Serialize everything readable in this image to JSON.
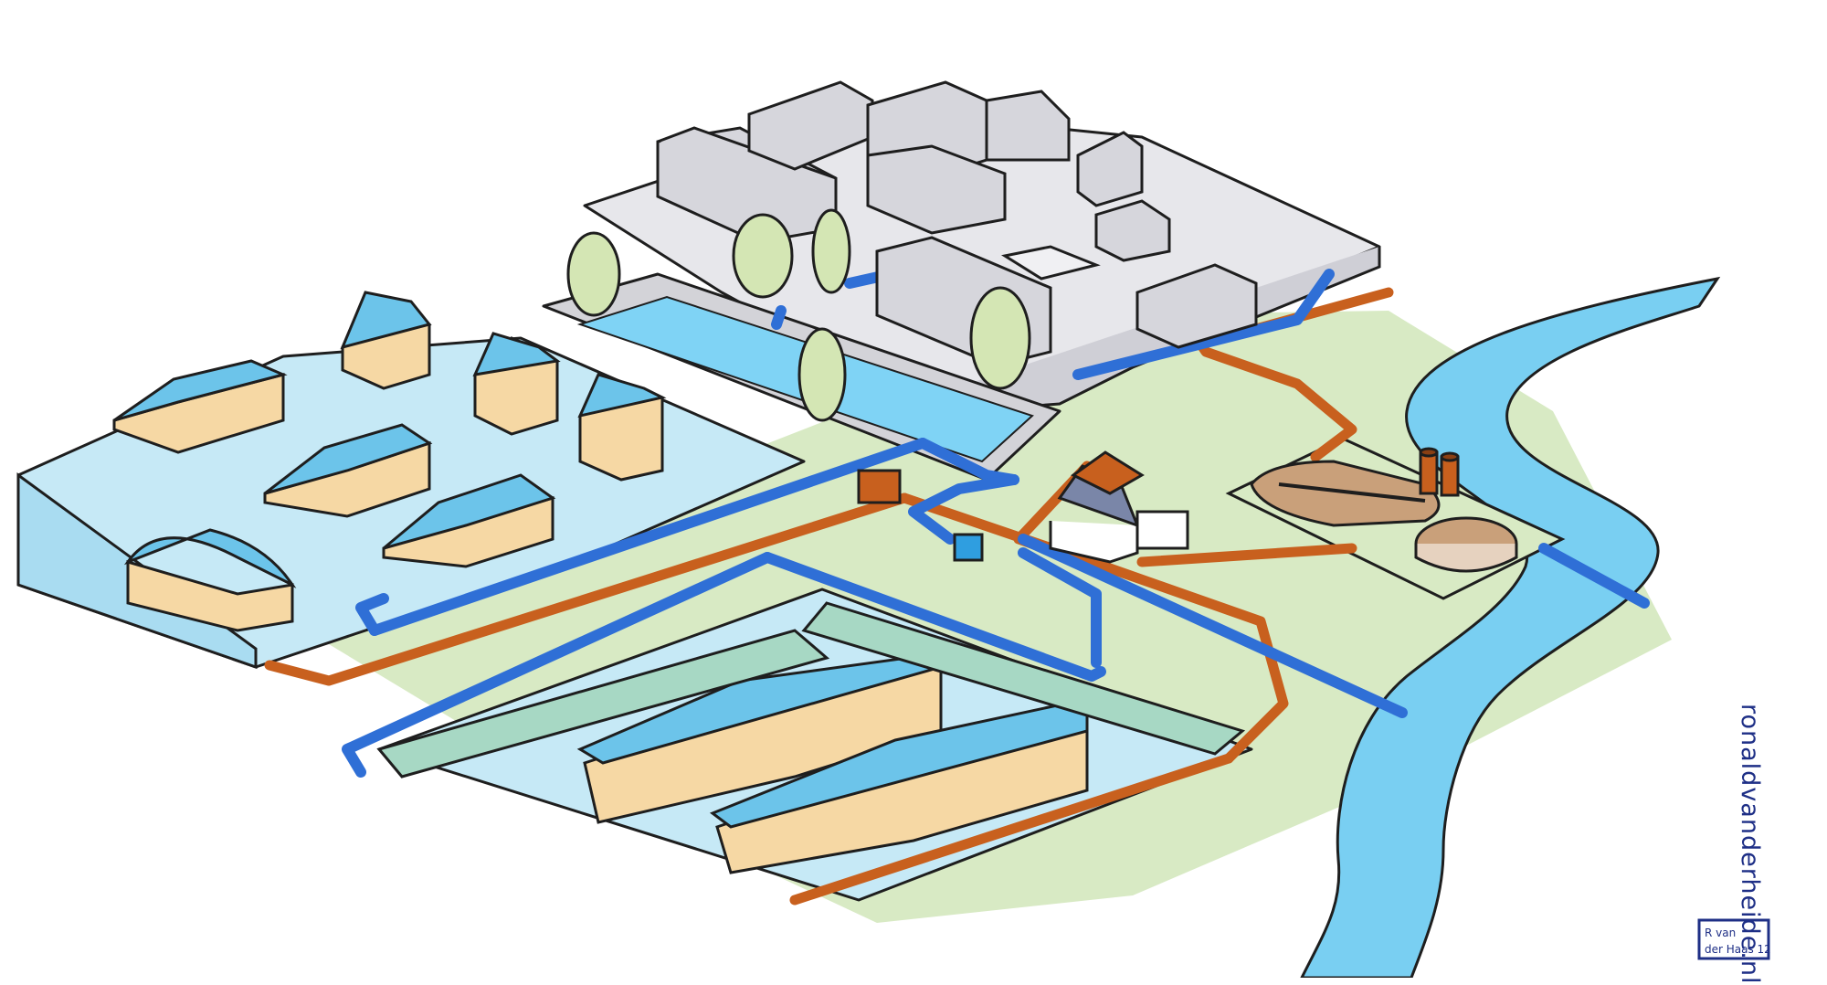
{
  "credit": {
    "website": "ronaldvanderheide.nl"
  },
  "signature": {
    "lines": [
      "R van",
      "der Haas 12"
    ]
  },
  "colors": {
    "ink": "#1e1e1e",
    "grass": "#d8eac4",
    "residential_ground": "#c6e9f6",
    "city_ground": "#e7e7eb",
    "clean_water_pipe": "#2f6fd6",
    "sewer_pipe": "#c8601e",
    "river": "#79cff2",
    "pond": "#7fd3f5",
    "building_wall": "#f6d8a4",
    "building_roof": "#6cc4ea",
    "grey_building": "#d6d6dc",
    "tree": "#d4e6b4",
    "treatment_sludge": "#c9a07a",
    "signature": "#1e2f86"
  },
  "icons": {
    "river": "river-icon",
    "pond": "pond-icon",
    "treatment_plant": "treatment-plant-icon",
    "pumping_station": "pumping-station-icon"
  }
}
